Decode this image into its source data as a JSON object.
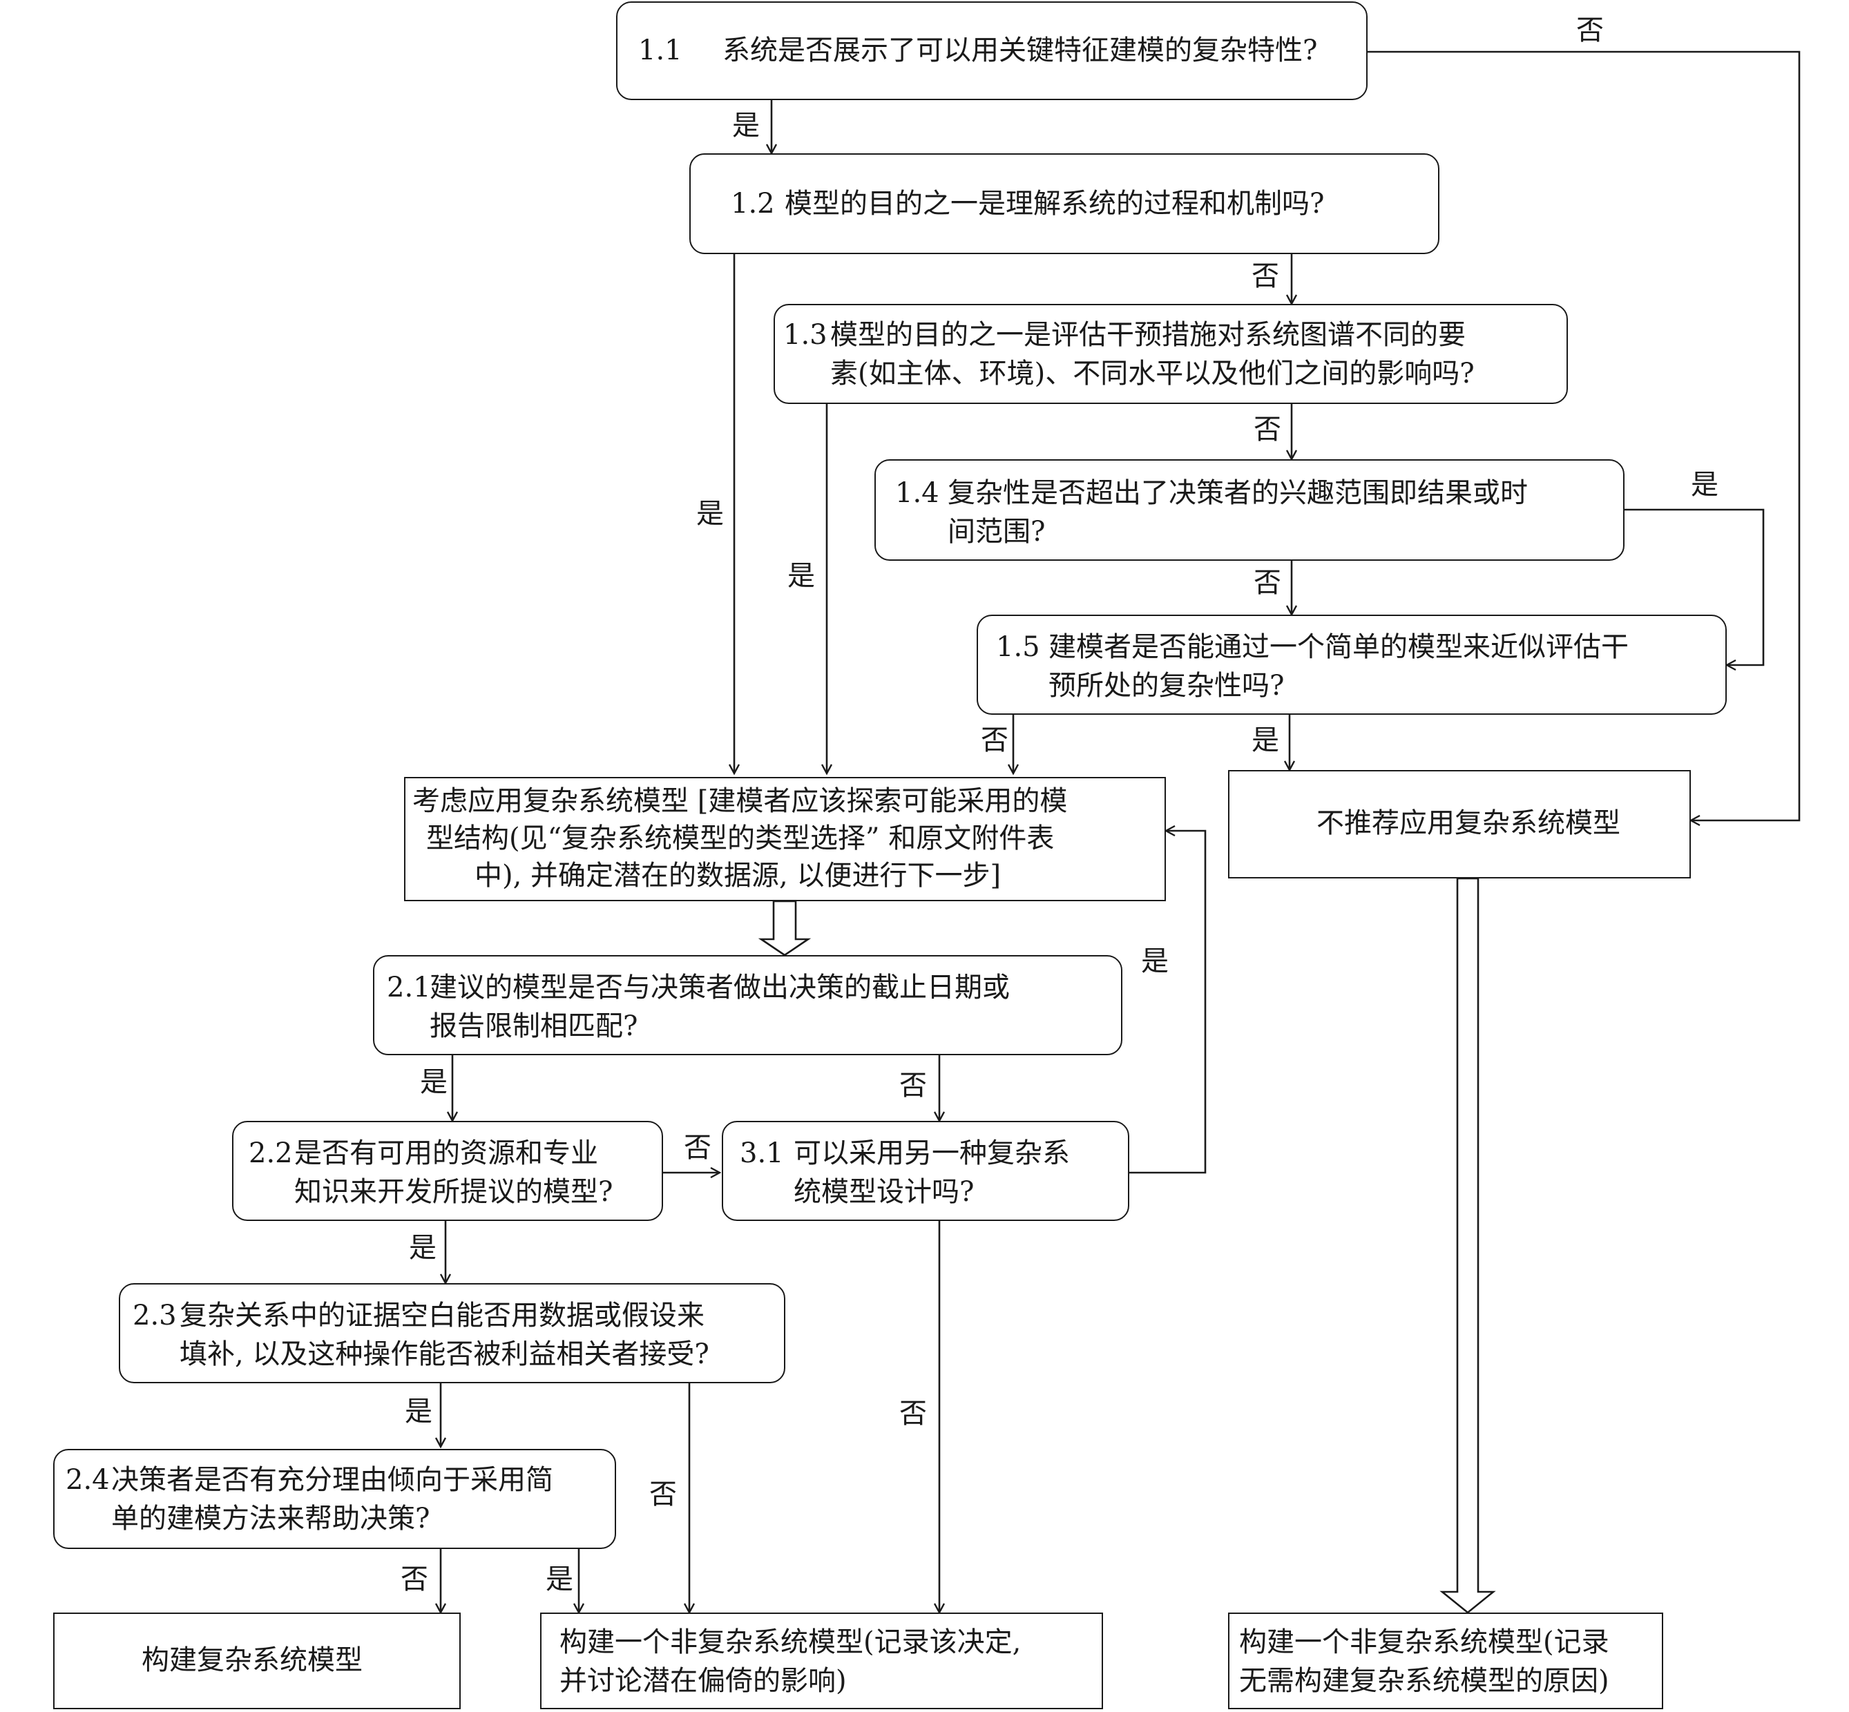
{
  "nodes": {
    "q1_1": {
      "num": "1.1",
      "text": "系统是否展示了可以用关键特征建模的复杂特性?"
    },
    "q1_2": {
      "num": "1.2",
      "text": "模型的目的之一是理解系统的过程和机制吗?"
    },
    "q1_3": {
      "num": "1.3",
      "text": "模型的目的之一是评估干预措施对系统图谱不同的要",
      "text2": "素(如主体、环境)、不同水平以及他们之间的影响吗?"
    },
    "q1_4": {
      "num": "1.4",
      "text": "复杂性是否超出了决策者的兴趣范围即结果或时",
      "text2": "间范围?"
    },
    "q1_5": {
      "num": "1.5",
      "text": "建模者是否能通过一个简单的模型来近似评估干",
      "text2": "预所处的复杂性吗?"
    },
    "consider": {
      "line1": "考虑应用复杂系统模型 [建模者应该探索可能采用的模",
      "line2": "型结构(见“复杂系统模型的类型选择” 和原文附件表",
      "line3": "中), 并确定潜在的数据源, 以便进行下一步]"
    },
    "not_recommended": {
      "text": "不推荐应用复杂系统模型"
    },
    "q2_1": {
      "num": "2.1",
      "text": "建议的模型是否与决策者做出决策的截止日期或",
      "text2": "报告限制相匹配?"
    },
    "q2_2": {
      "num": "2.2",
      "text": "是否有可用的资源和专业",
      "text2": "知识来开发所提议的模型?"
    },
    "q3_1": {
      "num": "3.1",
      "text": "可以采用另一种复杂系",
      "text2": "统模型设计吗?"
    },
    "q2_3": {
      "num": "2.3",
      "text": "复杂关系中的证据空白能否用数据或假设来",
      "text2": "填补, 以及这种操作能否被利益相关者接受?"
    },
    "q2_4": {
      "num": "2.4",
      "text": "决策者是否有充分理由倾向于采用简",
      "text2": "单的建模方法来帮助决策?"
    },
    "build_complex": {
      "text": "构建复杂系统模型"
    },
    "build_noncomplex_doc": {
      "line1": "构建一个非复杂系统模型(记录该决定,",
      "line2": "并讨论潜在偏倚的影响)"
    },
    "build_noncomplex_reason": {
      "line1": "构建一个非复杂系统模型(记录",
      "line2": "无需构建复杂系统模型的原因)"
    }
  },
  "labels": {
    "no_1_1": "否",
    "yes_1_1": "是",
    "yes_1_2": "是",
    "no_1_2": "否",
    "yes_1_3": "是",
    "no_1_3": "否",
    "yes_1_4": "是",
    "no_1_4": "否",
    "no_1_5": "否",
    "yes_1_5": "是",
    "yes_3_1": "是",
    "yes_2_1": "是",
    "no_2_1": "否",
    "no_2_2": "否",
    "yes_2_2": "是",
    "yes_2_3": "是",
    "no_2_3": "否",
    "no_3_1": "否",
    "no_2_4": "否",
    "yes_2_4": "是"
  },
  "colors": {
    "line": "#1a1a1a",
    "background": "#ffffff"
  }
}
